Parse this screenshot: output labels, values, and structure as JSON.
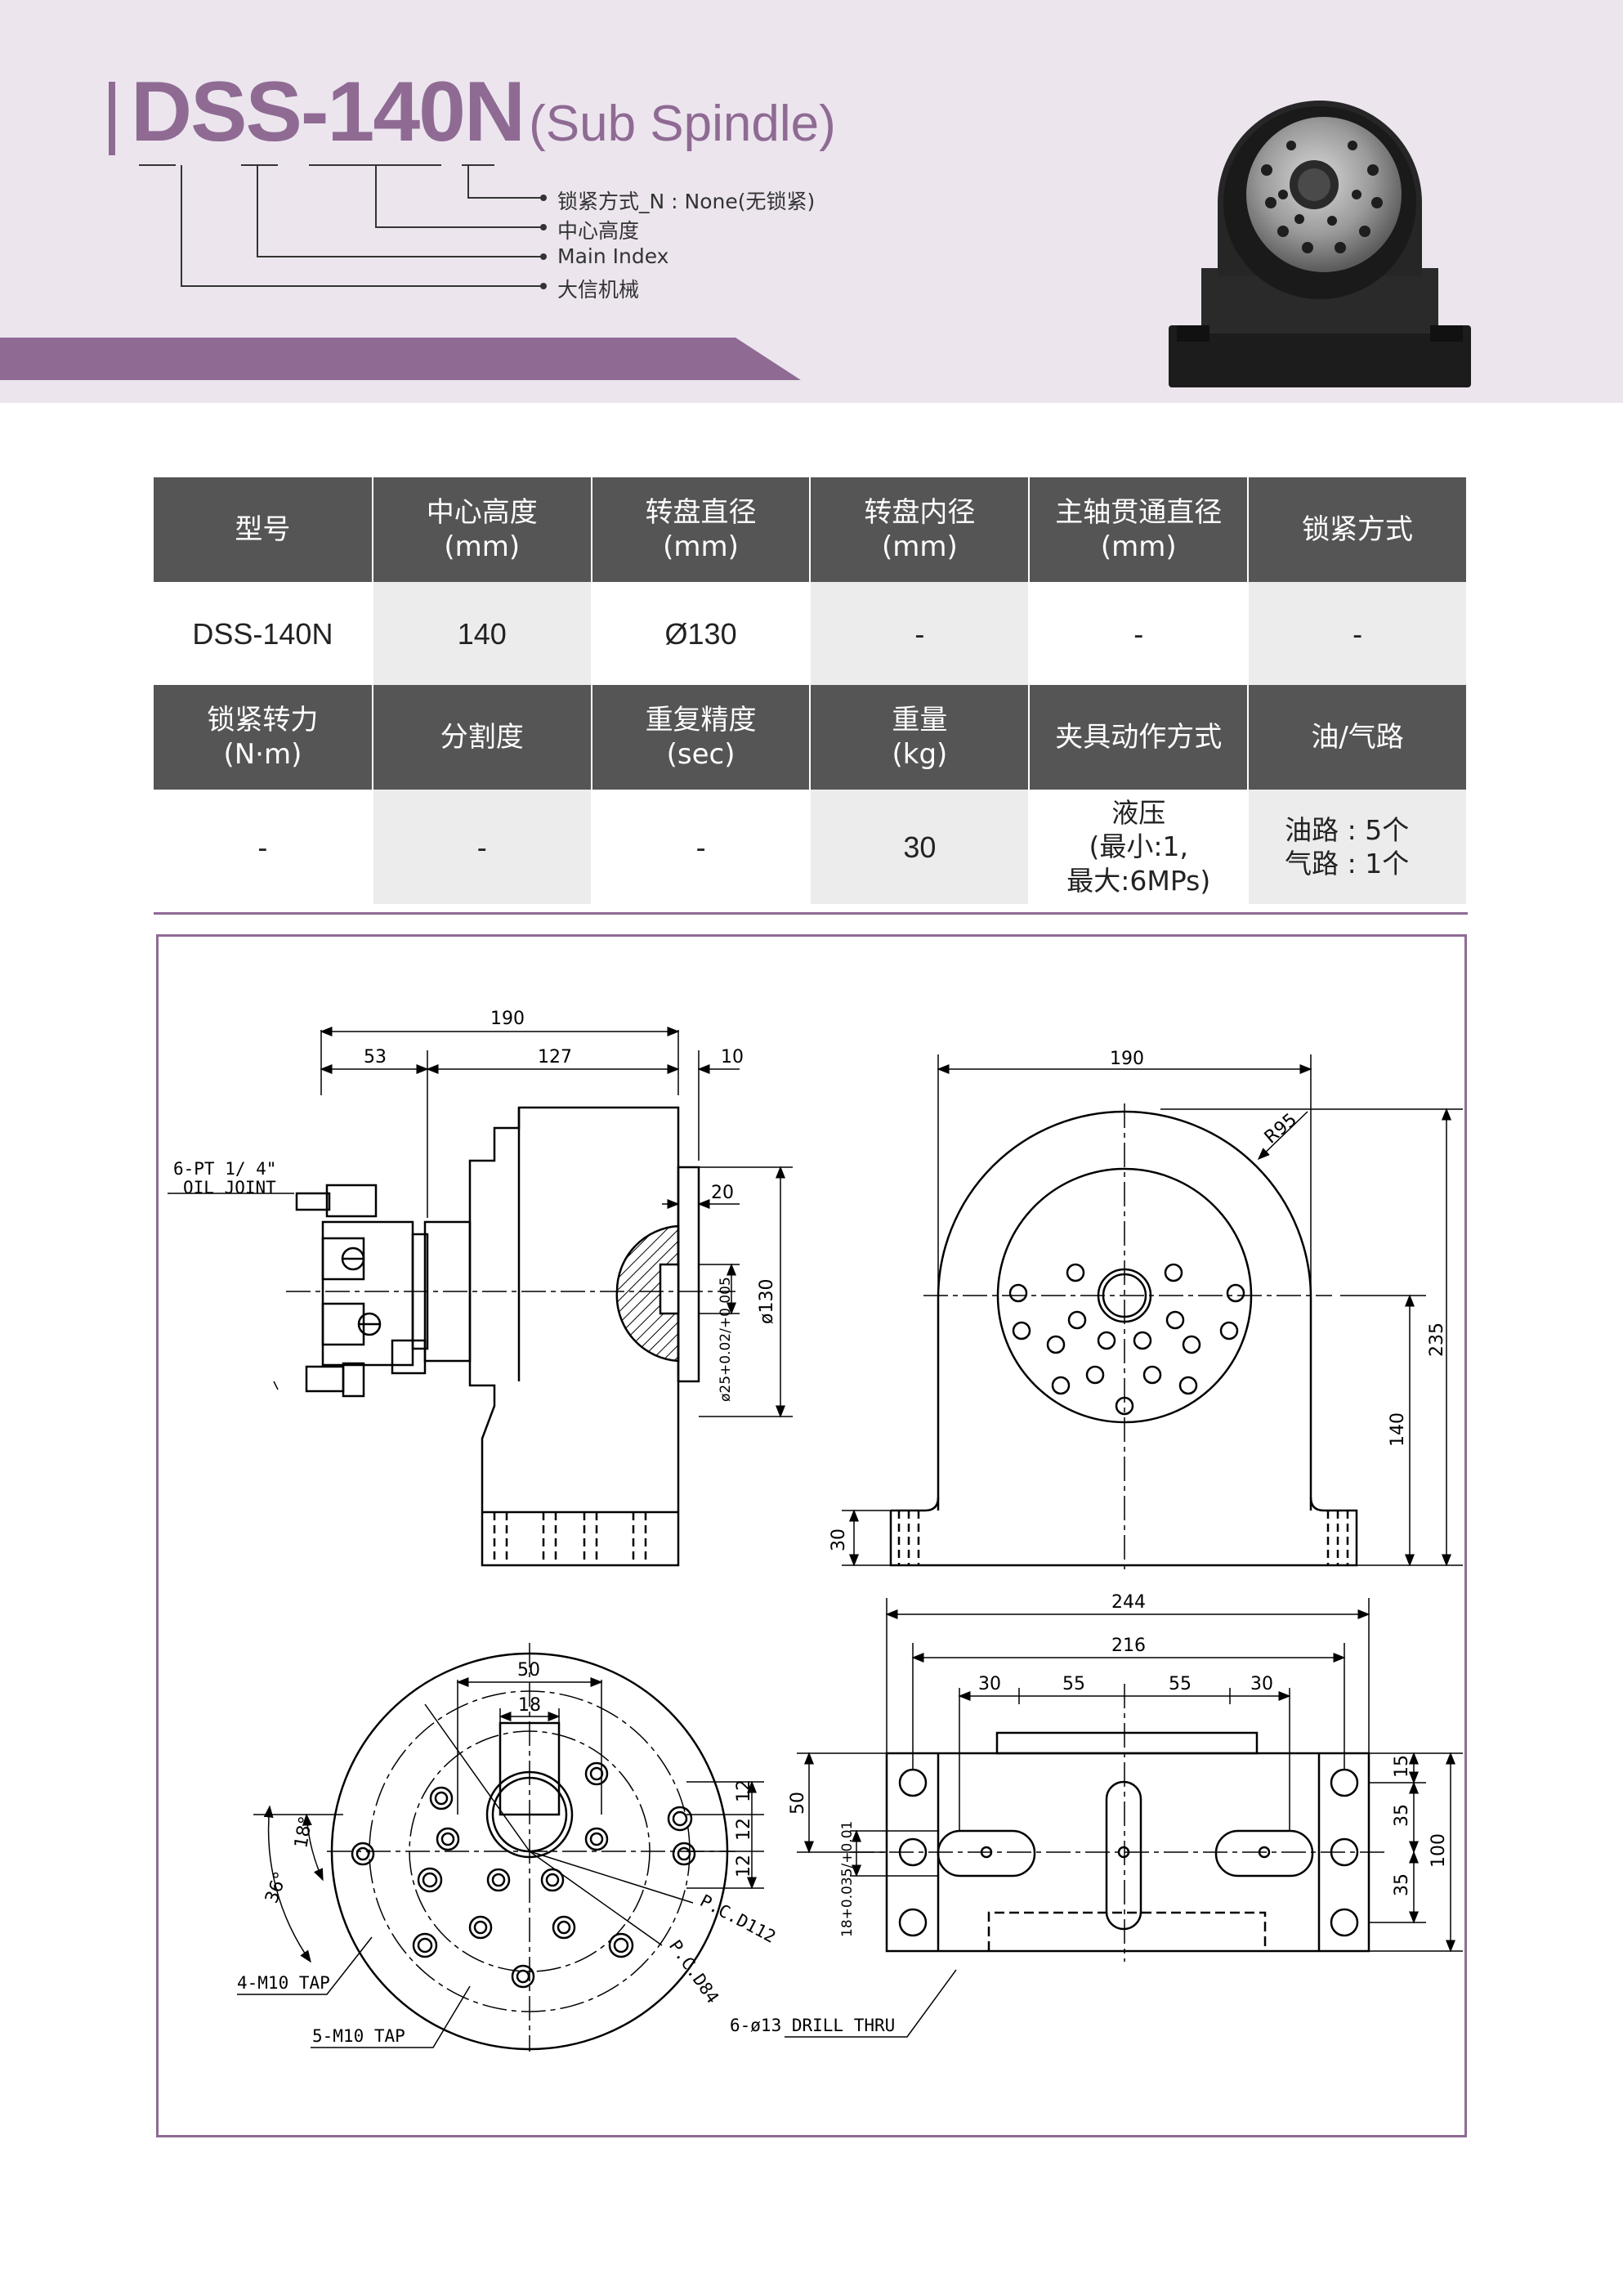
{
  "header": {
    "model": "DSS-140N",
    "model_sub": "(Sub Spindle)",
    "legend": [
      "锁紧方式_N : None(无锁紧)",
      "中心高度",
      "Main Index",
      "大信机械"
    ]
  },
  "spec_table": {
    "row1_headers": [
      "型号",
      "中心高度\n(mm)",
      "转盘直径\n(mm)",
      "转盘内径\n(mm)",
      "主轴贯通直径\n(mm)",
      "锁紧方式"
    ],
    "row1_values": [
      "DSS-140N",
      "140",
      "Ø130",
      "-",
      "-",
      "-"
    ],
    "row2_headers": [
      "锁紧转力\n(N·m)",
      "分割度",
      "重复精度\n(sec)",
      "重量\n(kg)",
      "夹具动作方式",
      "油/气路"
    ],
    "row2_values": [
      "-",
      "-",
      "-",
      "30",
      "液压\n(最小:1,\n最大:6MPs)",
      "油路 : 5个\n气路 : 1个"
    ]
  },
  "drawing": {
    "side_view": {
      "dims": {
        "total": "190",
        "left": "53",
        "mid": "127",
        "right": "10",
        "boss": "20",
        "od": "ø130",
        "bore": "ø25+0.02/+0.005"
      },
      "oil_joint_label_1": "6-PT 1/ 4\"",
      "oil_joint_label_2": "OIL JOINT"
    },
    "front_view": {
      "dims": {
        "width": "190",
        "radius": "R95",
        "height": "235",
        "center": "140",
        "base": "30"
      }
    },
    "bottom_left": {
      "dims": {
        "w50": "50",
        "w18": "18",
        "a18": "18°",
        "a36": "36°",
        "p12a": "12",
        "p12b": "12",
        "p12c": "12"
      },
      "pcd1": "P.C.D112",
      "pcd2": "P.C.D84",
      "tap4": "4-M10 TAP",
      "tap5": "5-M10 TAP"
    },
    "bottom_right": {
      "dims": {
        "w244": "244",
        "w216": "216",
        "w30a": "30",
        "w55a": "55",
        "w55b": "55",
        "w30b": "30",
        "h50": "50",
        "h15": "15",
        "h35a": "35",
        "h35b": "35",
        "h100": "100",
        "slot": "18+0.035/+0.01"
      },
      "drill": "6-ø13 DRILL THRU"
    }
  }
}
